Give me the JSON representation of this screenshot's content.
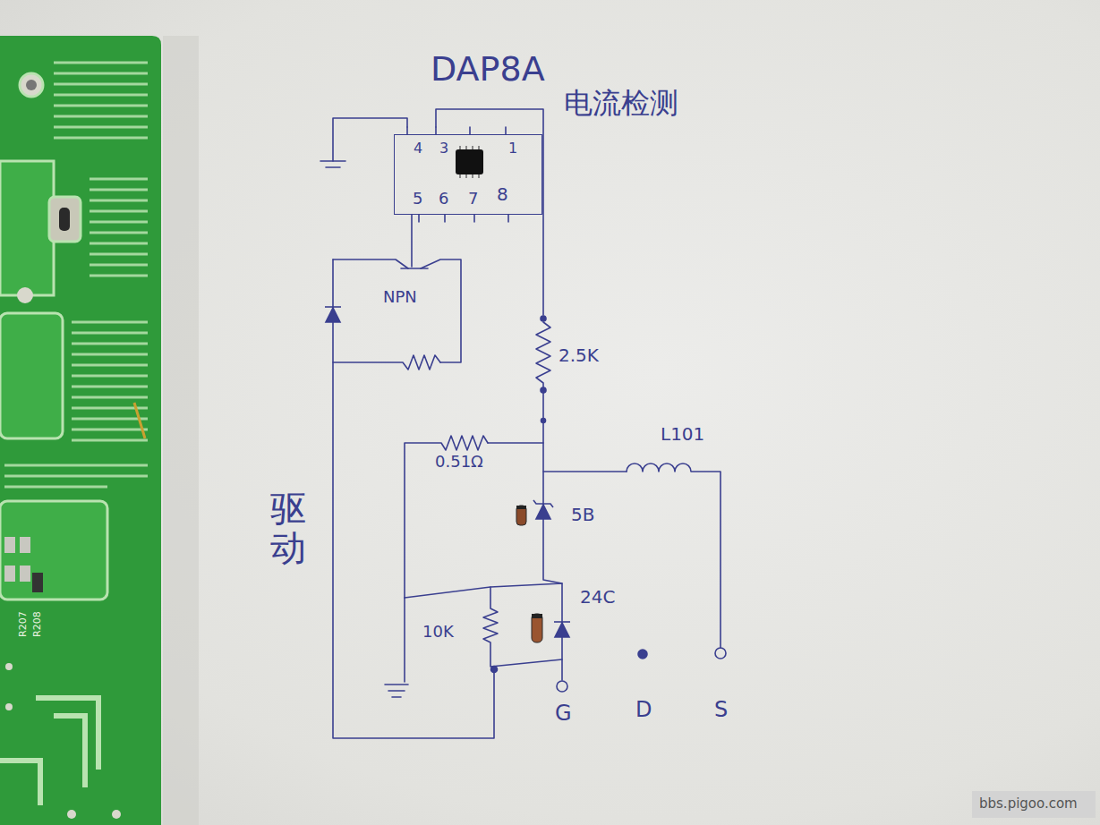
{
  "diagram": {
    "nodes": [
      {
        "text": [
          "DAP8A"
        ]
      }
    ],
    "labels": [
      "电流检测",
      "4",
      "3",
      "1",
      "5",
      "6",
      "7",
      "8",
      "NPN",
      "2.5K",
      "0.51Ω",
      "L101",
      "5B",
      "24C",
      "10K",
      "驱动",
      "G",
      "D",
      "S",
      "R207",
      "R208",
      "bbs.pigoo.com"
    ]
  }
}
